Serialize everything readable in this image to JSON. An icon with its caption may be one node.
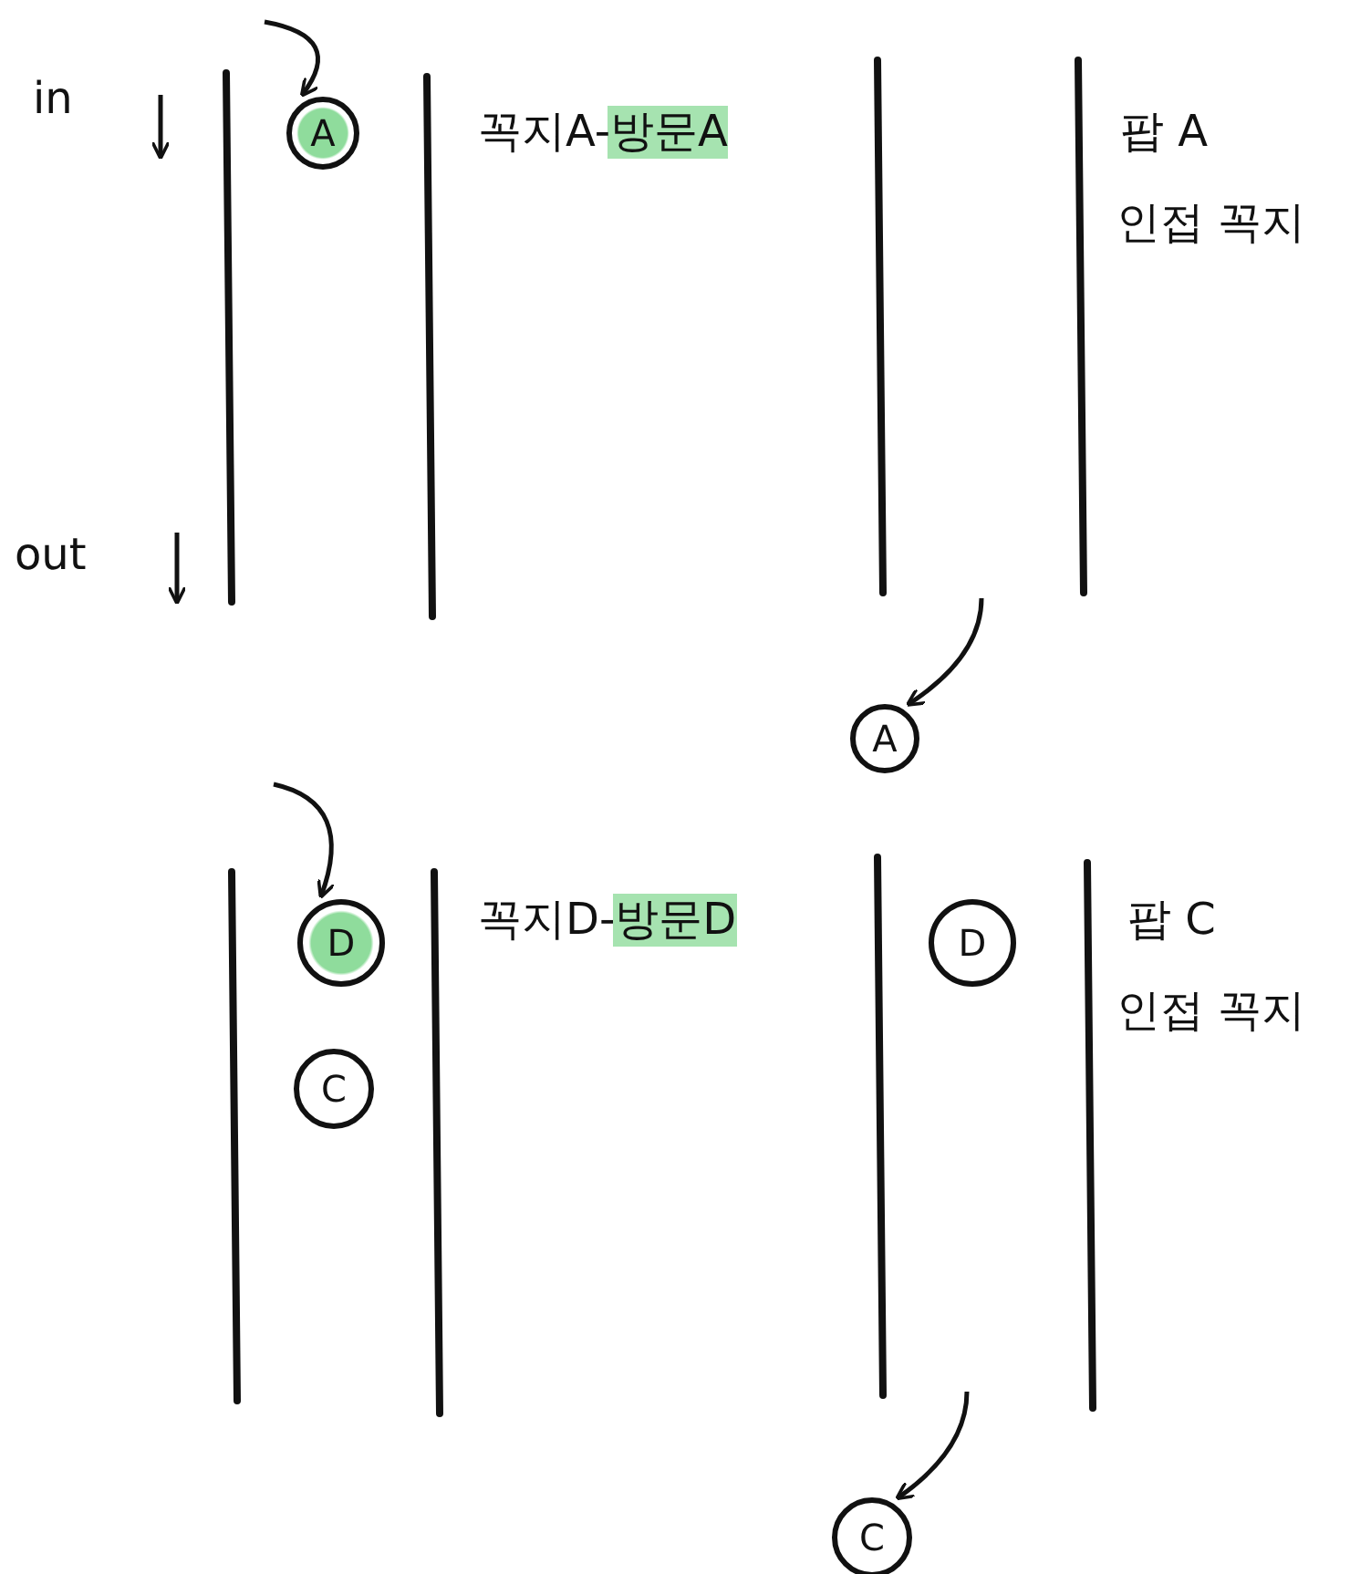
{
  "diagram": {
    "nodes": [
      {
        "text": [
          "A"
        ]
      },
      {
        "text": [
          "A"
        ]
      },
      {
        "text": [
          "D"
        ]
      },
      {
        "text": [
          "C"
        ]
      },
      {
        "text": [
          "D"
        ]
      },
      {
        "text": [
          "C"
        ]
      }
    ],
    "edges": [
      {
        "from": null,
        "to": 0,
        "arrow": "to"
      },
      {
        "from": null,
        "to": 1,
        "arrow": "to"
      },
      {
        "from": null,
        "to": 2,
        "arrow": "to"
      },
      {
        "from": null,
        "to": 5,
        "arrow": "to"
      }
    ],
    "labels": [
      "in",
      "out",
      "꼭지A-방문A",
      "팝 A",
      "인접 꼭지",
      "꼭지D-방문D",
      "팝 C",
      "인접 꼭지"
    ]
  }
}
